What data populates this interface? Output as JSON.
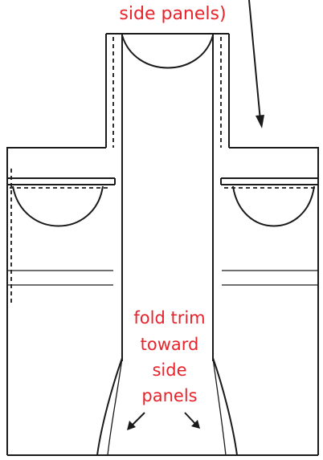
{
  "labels": {
    "top_label": "side panels)",
    "fold_line_1": "fold trim",
    "fold_line_2": "toward",
    "fold_line_3": "side",
    "fold_line_4": "panels"
  },
  "colors": {
    "annotation_text": "#e8232b",
    "line_art": "#1a1a1a",
    "background": "#ffffff"
  }
}
